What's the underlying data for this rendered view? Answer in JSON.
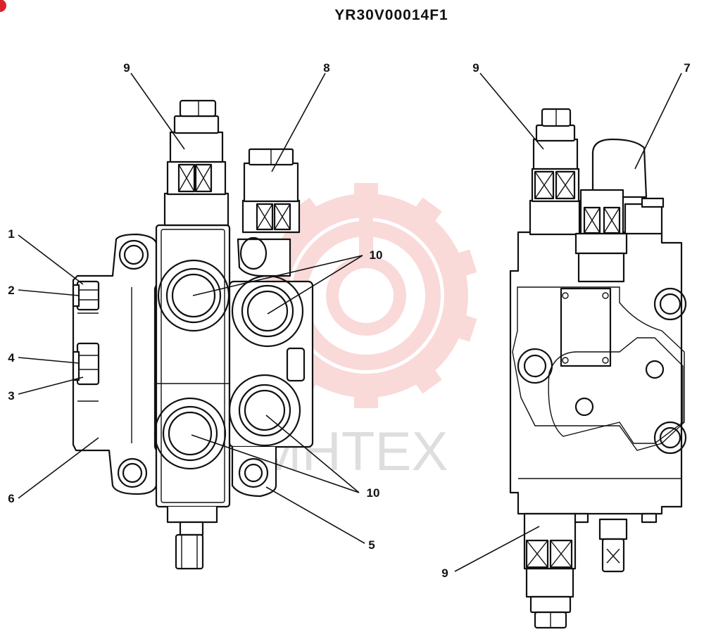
{
  "drawing": {
    "code": "YR30V00014F1",
    "watermark_text": "MHTEX",
    "watermark_color": "#f07a7a"
  },
  "callouts": {
    "c1": "1",
    "c2": "2",
    "c3": "3",
    "c4": "4",
    "c5": "5",
    "c6": "6",
    "c7": "7",
    "c8": "8",
    "c9_left": "9",
    "c9_right_top": "9",
    "c9_right_bottom": "9",
    "c10_upper": "10",
    "c10_lower": "10"
  }
}
